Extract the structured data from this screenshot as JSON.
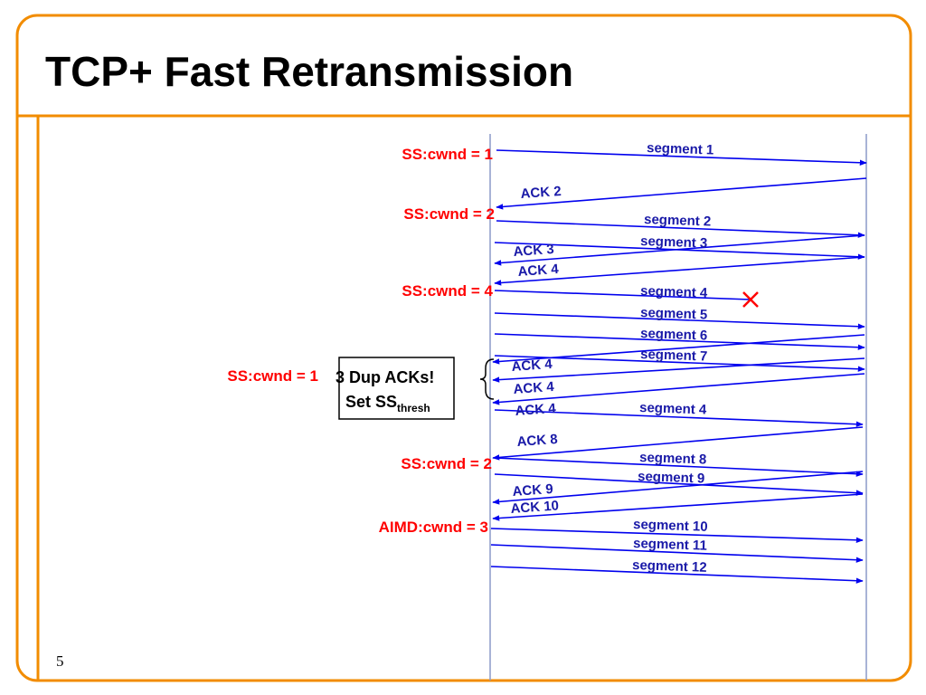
{
  "slide": {
    "title": "TCP+ Fast Retransmission",
    "page_number": "5",
    "colors": {
      "border": "#f28c00",
      "arrow": "#0000ee",
      "label": "#1a1aa8",
      "cwnd": "#ff0000",
      "timeline": "#8c9ac8"
    }
  },
  "cwnd_labels": [
    {
      "id": "cwnd-1",
      "text": "SS:cwnd = 1"
    },
    {
      "id": "cwnd-2",
      "text": "SS:cwnd = 2"
    },
    {
      "id": "cwnd-3",
      "text": "SS:cwnd = 4"
    },
    {
      "id": "cwnd-4",
      "text": "SS:cwnd = 1"
    },
    {
      "id": "cwnd-5",
      "text": "SS:cwnd = 2"
    },
    {
      "id": "cwnd-6",
      "text": "AIMD:cwnd = 3"
    }
  ],
  "note_box": {
    "line1": "3 Dup ACKs!",
    "line2_main": "Set SS",
    "line2_sub": "thresh"
  },
  "messages": [
    {
      "id": "seg1",
      "dir": "right",
      "label": "segment 1"
    },
    {
      "id": "ack2",
      "dir": "left",
      "label": "ACK 2"
    },
    {
      "id": "seg2",
      "dir": "right",
      "label": "segment 2"
    },
    {
      "id": "seg3",
      "dir": "right",
      "label": "segment 3"
    },
    {
      "id": "ack3",
      "dir": "left",
      "label": "ACK 3"
    },
    {
      "id": "ack4a",
      "dir": "left",
      "label": "ACK 4"
    },
    {
      "id": "seg4",
      "dir": "right",
      "label": "segment 4",
      "lost": true
    },
    {
      "id": "seg5",
      "dir": "right",
      "label": "segment 5"
    },
    {
      "id": "seg6",
      "dir": "right",
      "label": "segment 6"
    },
    {
      "id": "seg7",
      "dir": "right",
      "label": "segment 7"
    },
    {
      "id": "ack4b",
      "dir": "left",
      "label": "ACK 4"
    },
    {
      "id": "ack4c",
      "dir": "left",
      "label": "ACK 4"
    },
    {
      "id": "ack4d",
      "dir": "left",
      "label": "ACK 4"
    },
    {
      "id": "seg4r",
      "dir": "right",
      "label": "segment 4"
    },
    {
      "id": "ack8",
      "dir": "left",
      "label": "ACK 8"
    },
    {
      "id": "seg8",
      "dir": "right",
      "label": "segment 8"
    },
    {
      "id": "seg9",
      "dir": "right",
      "label": "segment 9"
    },
    {
      "id": "ack9",
      "dir": "left",
      "label": "ACK 9"
    },
    {
      "id": "ack10",
      "dir": "left",
      "label": "ACK 10"
    },
    {
      "id": "seg10",
      "dir": "right",
      "label": "segment 10"
    },
    {
      "id": "seg11",
      "dir": "right",
      "label": "segment 11"
    },
    {
      "id": "seg12",
      "dir": "right",
      "label": "segment 12"
    }
  ]
}
